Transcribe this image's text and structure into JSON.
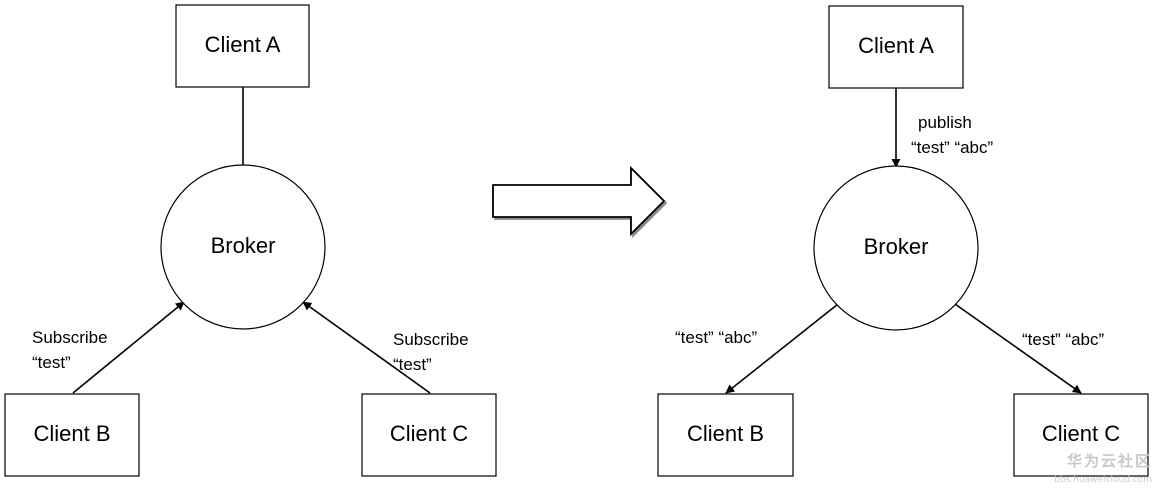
{
  "left": {
    "client_a": "Client A",
    "broker": "Broker",
    "client_b": "Client B",
    "client_c": "Client C",
    "label_b_line1": "Subscribe",
    "label_b_line2": "“test”",
    "label_c_line1": "Subscribe",
    "label_c_line2": "“test”"
  },
  "right": {
    "client_a": "Client A",
    "broker": "Broker",
    "client_b": "Client B",
    "client_c": "Client C",
    "label_a_line1": "publish",
    "label_a_line2": "“test” “abc”",
    "label_b": "“test” “abc”",
    "label_c": "“test” “abc”"
  },
  "watermark": {
    "text": "华为云社区",
    "url": "bbs.huaweicloud.com"
  },
  "colors": {
    "stroke": "#000000",
    "fill": "#ffffff",
    "watermark": "#c8c8c8"
  }
}
